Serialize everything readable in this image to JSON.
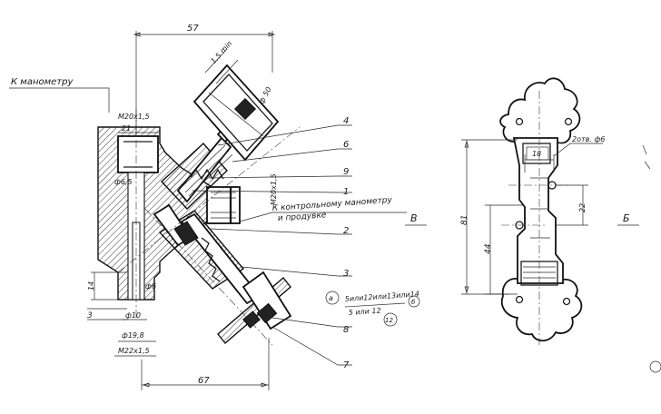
{
  "labels": {
    "to_gauge": "К манометру",
    "to_control_gauge_1": "К контрольному манометру",
    "to_control_gauge_2": "и продувке",
    "view_b": "В",
    "view_b2": "Б",
    "note_line1": "5или12или13или14",
    "note_line2": "5 или 12",
    "note_circle_a": "а",
    "note_circle_b": "б",
    "note_circle_12": "12"
  },
  "dimensions": {
    "top_57": "57",
    "min15": "1,5 min",
    "dia50": "ф 50",
    "m20_left": "M20x1,5",
    "d21": "21",
    "d6_5": "ф6,5",
    "m20_right": "M20x1,5",
    "d14": "14",
    "d3": "3",
    "d6": "ф6",
    "d10": "ф10",
    "d19_8": "ф19,8",
    "m22": "M22x1,5",
    "bottom_67": "67",
    "d81": "81",
    "d44": "44",
    "d18": "18",
    "d22": "22",
    "holes": "2отв. ф6"
  },
  "callouts": [
    "4",
    "6",
    "9",
    "1",
    "2",
    "3",
    "8",
    "7"
  ]
}
